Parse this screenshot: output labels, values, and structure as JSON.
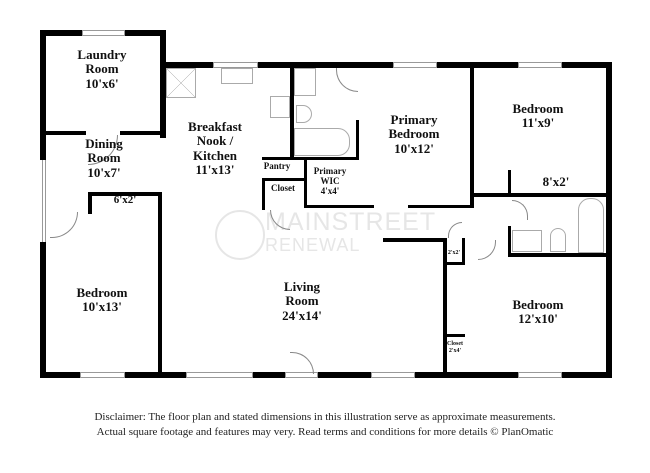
{
  "rooms": {
    "laundry": {
      "name": "Laundry Room",
      "line1": "Laundry",
      "line2": "Room",
      "size": "10'x6'"
    },
    "dining": {
      "line1": "Dining",
      "line2": "Room",
      "size": "10'x7'"
    },
    "kitchen": {
      "line1": "Breakfast",
      "line2": "Nook /",
      "line3": "Kitchen",
      "size": "11'x13'"
    },
    "primary_bedroom": {
      "line1": "Primary",
      "line2": "Bedroom",
      "size": "10'x12'"
    },
    "bedroom_ne": {
      "line1": "Bedroom",
      "size": "11'x9'"
    },
    "closet_ne": {
      "size": "8'x2'"
    },
    "pantry": {
      "line1": "Pantry"
    },
    "closet_hall": {
      "line1": "Closet"
    },
    "primary_wic": {
      "line1": "Primary",
      "line2": "WIC",
      "size": "4'x4'"
    },
    "closet_w": {
      "size": "6'x2'"
    },
    "bedroom_w": {
      "line1": "Bedroom",
      "size": "10'x13'"
    },
    "living": {
      "line1": "Living",
      "line2": "Room",
      "size": "24'x14'"
    },
    "linen": {
      "size": "2'x2'"
    },
    "bedroom_se": {
      "line1": "Bedroom",
      "size": "12'x10'"
    },
    "closet_se": {
      "line1": "Closet",
      "size": "2'x4'"
    }
  },
  "watermark": {
    "line1": "MAINSTREET",
    "line2": "RENEWAL"
  },
  "disclaimer": {
    "line1": "Disclaimer: The floor plan and stated dimensions in this illustration serve as approximate measurements.",
    "line2": "Actual square footage and features may very. Read terms and conditions for more details © PlanOmatic"
  }
}
